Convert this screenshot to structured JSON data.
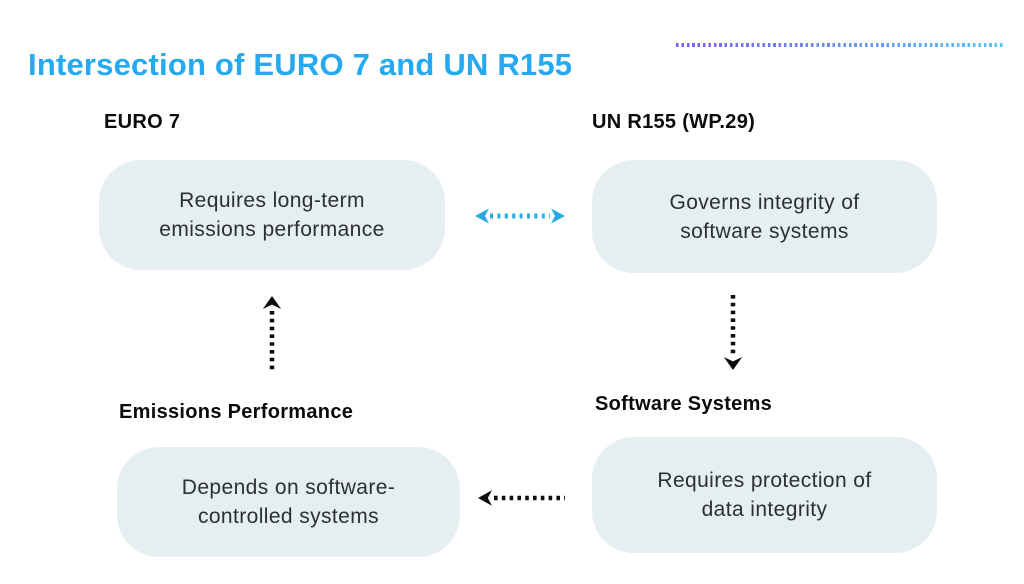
{
  "title": {
    "text": "Intersection of EURO 7 and UN R155"
  },
  "decor": {
    "dotted_rule": {
      "from_color": "#7B5CF0",
      "to_color": "#56C5F5"
    }
  },
  "colors": {
    "title_blue": "#25A9F1",
    "box_background": "#E5EEF1",
    "arrow_blue": "#29ABE2",
    "arrow_dark": "#0D0D0D",
    "body_text": "#2C3033",
    "label_text": "#0B0B0B"
  },
  "nodes": {
    "euro7": {
      "label": "EURO 7",
      "lines": [
        "Requires long-term",
        "emissions performance"
      ]
    },
    "unr155": {
      "label": "UN R155 (WP.29)",
      "lines": [
        "Governs integrity of",
        "software systems"
      ]
    },
    "emissions": {
      "label": "Emissions Performance",
      "lines": [
        "Depends on software-",
        "controlled systems"
      ]
    },
    "software": {
      "label": "Software Systems",
      "lines": [
        "Requires protection of",
        "data integrity"
      ]
    }
  },
  "arrows": {
    "top_bidirectional": {
      "between": [
        "euro7",
        "unr155"
      ],
      "direction": "both",
      "style": "dotted",
      "color": "#29ABE2"
    },
    "left_up": {
      "between": [
        "emissions",
        "euro7"
      ],
      "direction": "up",
      "style": "dotted",
      "color": "#0D0D0D"
    },
    "right_down": {
      "between": [
        "unr155",
        "software"
      ],
      "direction": "down",
      "style": "dotted",
      "color": "#0D0D0D"
    },
    "bottom_left": {
      "between": [
        "software",
        "emissions"
      ],
      "direction": "left",
      "style": "dotted",
      "color": "#0D0D0D"
    }
  }
}
